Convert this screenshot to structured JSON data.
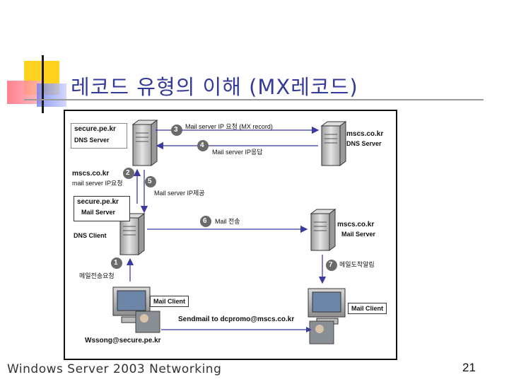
{
  "slide": {
    "title": "레코드 유형의 이해 (MX레코드)",
    "footer": "Windows  Server 2003 Networking",
    "page_number": "21"
  },
  "diagram": {
    "dns_server_left": {
      "host": "secure.pe.kr",
      "role": "DNS Server"
    },
    "dns_server_right": {
      "host": "mscs.co.kr",
      "role": "DNS Server"
    },
    "requester": {
      "host": "mscs.co.kr",
      "note": "mail server IP요청"
    },
    "mail_server_left": {
      "host": "secure.pe.kr",
      "role": "Mail Server"
    },
    "dns_client_label": "DNS Client",
    "mail_server_right": {
      "host": "mscs.co.kr",
      "role": "Mail Server"
    },
    "mail_client_left": "Mail Client",
    "mail_client_right": "Mail Client",
    "sender_address": "Wssong@secure.pe.kr",
    "sendmail_text": "Sendmail to dcpromo@mscs.co.kr",
    "steps": [
      {
        "num": "1",
        "label": "메일전송요청"
      },
      {
        "num": "2",
        "label": ""
      },
      {
        "num": "3",
        "label": "Mail server IP 요청 (MX record)"
      },
      {
        "num": "4",
        "label": "Mail server IP응답"
      },
      {
        "num": "5",
        "label": "Mail server IP제공"
      },
      {
        "num": "6",
        "label": "Mail 전송"
      },
      {
        "num": "7",
        "label": "메일도착알림"
      }
    ],
    "colors": {
      "arrow": "#3a3aa0",
      "step_circle": "#6a6a6a",
      "server": "#c9c9c9"
    }
  }
}
